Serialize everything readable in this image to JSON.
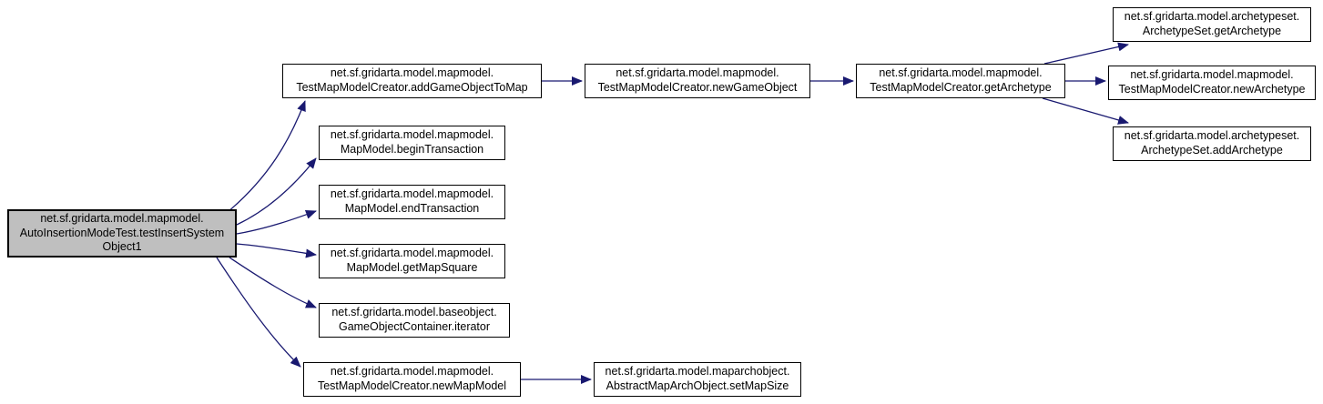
{
  "diagram": {
    "type": "call-graph",
    "background_color": "#ffffff",
    "edge_color": "#191970",
    "node_fill_color": "#ffffff",
    "node_border_color": "#000000",
    "focus_node_fill_color": "#bfbfbf",
    "nodes": {
      "main": {
        "focus": true,
        "lines": [
          "net.sf.gridarta.model.mapmodel.",
          "AutoInsertionModeTest.testInsertSystem",
          "Object1"
        ]
      },
      "addGameObjectToMap": {
        "lines": [
          "net.sf.gridarta.model.mapmodel.",
          "TestMapModelCreator.addGameObjectToMap"
        ]
      },
      "newGameObject": {
        "lines": [
          "net.sf.gridarta.model.mapmodel.",
          "TestMapModelCreator.newGameObject"
        ]
      },
      "getArchetype": {
        "lines": [
          "net.sf.gridarta.model.mapmodel.",
          "TestMapModelCreator.getArchetype"
        ]
      },
      "archetypeSetGetArchetype": {
        "lines": [
          "net.sf.gridarta.model.archetypeset.",
          "ArchetypeSet.getArchetype"
        ]
      },
      "newArchetype": {
        "lines": [
          "net.sf.gridarta.model.mapmodel.",
          "TestMapModelCreator.newArchetype"
        ]
      },
      "archetypeSetAddArchetype": {
        "lines": [
          "net.sf.gridarta.model.archetypeset.",
          "ArchetypeSet.addArchetype"
        ]
      },
      "beginTransaction": {
        "lines": [
          "net.sf.gridarta.model.mapmodel.",
          "MapModel.beginTransaction"
        ]
      },
      "endTransaction": {
        "lines": [
          "net.sf.gridarta.model.mapmodel.",
          "MapModel.endTransaction"
        ]
      },
      "getMapSquare": {
        "lines": [
          "net.sf.gridarta.model.mapmodel.",
          "MapModel.getMapSquare"
        ]
      },
      "iterator": {
        "lines": [
          "net.sf.gridarta.model.baseobject.",
          "GameObjectContainer.iterator"
        ]
      },
      "newMapModel": {
        "lines": [
          "net.sf.gridarta.model.mapmodel.",
          "TestMapModelCreator.newMapModel"
        ]
      },
      "setMapSize": {
        "lines": [
          "net.sf.gridarta.model.maparchobject.",
          "AbstractMapArchObject.setMapSize"
        ]
      }
    },
    "edges": [
      {
        "from": "main",
        "to": "addGameObjectToMap"
      },
      {
        "from": "main",
        "to": "beginTransaction"
      },
      {
        "from": "main",
        "to": "endTransaction"
      },
      {
        "from": "main",
        "to": "getMapSquare"
      },
      {
        "from": "main",
        "to": "iterator"
      },
      {
        "from": "main",
        "to": "newMapModel"
      },
      {
        "from": "addGameObjectToMap",
        "to": "newGameObject"
      },
      {
        "from": "newGameObject",
        "to": "getArchetype"
      },
      {
        "from": "getArchetype",
        "to": "archetypeSetGetArchetype"
      },
      {
        "from": "getArchetype",
        "to": "newArchetype"
      },
      {
        "from": "getArchetype",
        "to": "archetypeSetAddArchetype"
      },
      {
        "from": "newMapModel",
        "to": "setMapSize"
      }
    ]
  }
}
